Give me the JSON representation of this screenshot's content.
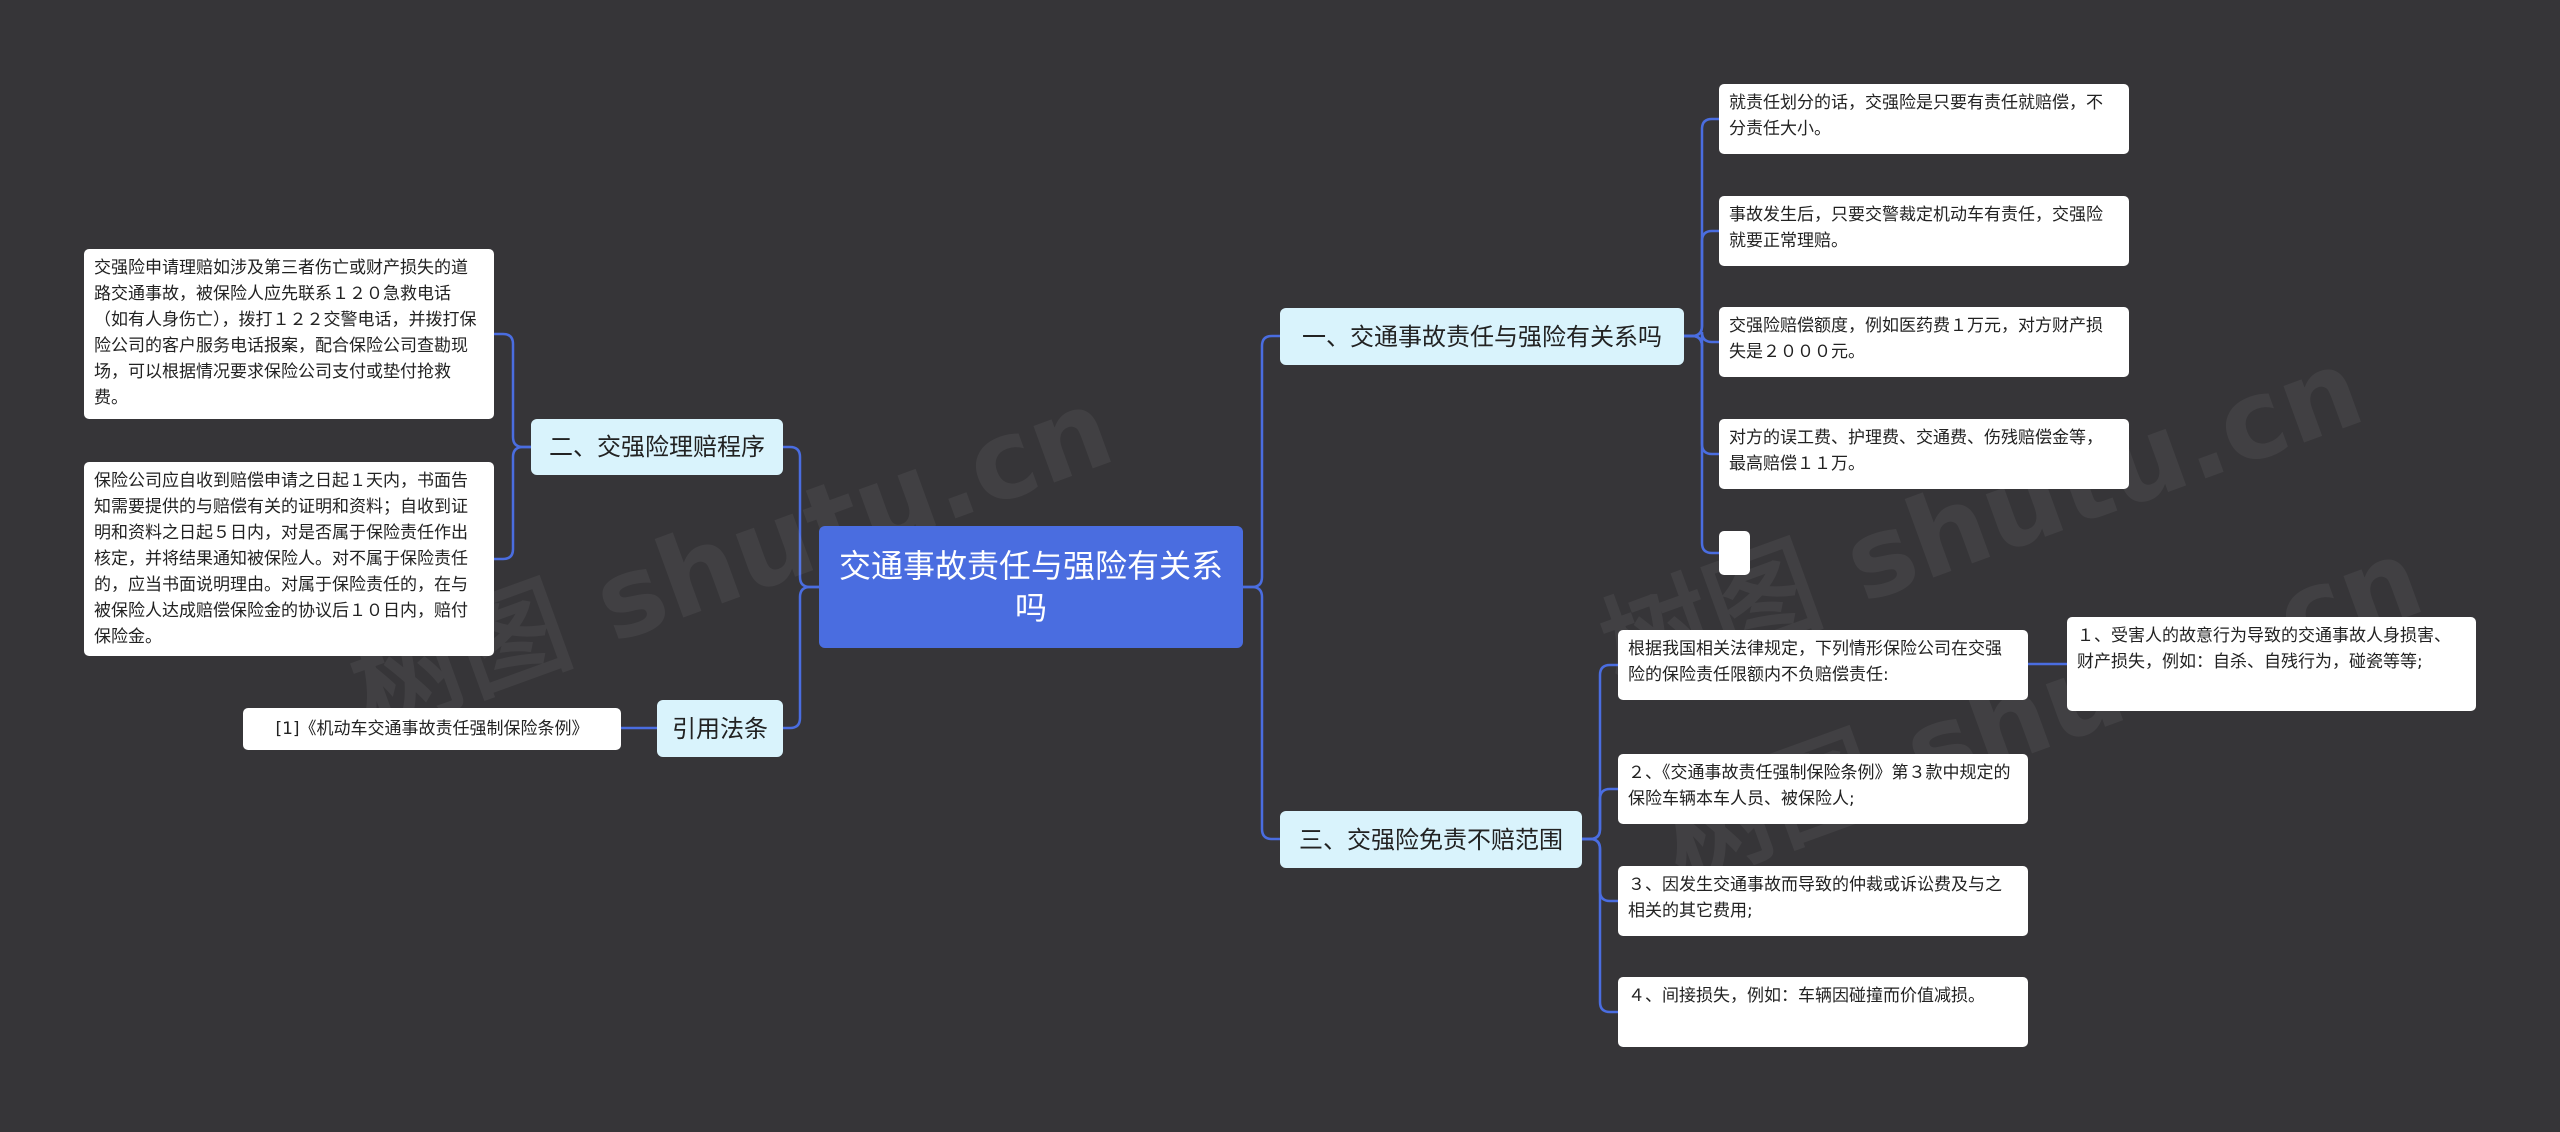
{
  "root": {
    "title": "交通事故责任与强险有关系吗"
  },
  "left": {
    "claims": {
      "label": "二、交强险理赔程序",
      "items": [
        "交强险申请理赔如涉及第三者伤亡或财产损失的道路交通事故，被保险人应先联系１２０急救电话（如有人身伤亡），拨打１２２交警电话，并拨打保险公司的客户服务电话报案，配合保险公司查勘现场，可以根据情况要求保险公司支付或垫付抢救费。",
        "保险公司应自收到赔偿申请之日起１天内，书面告知需要提供的与赔偿有关的证明和资料；自收到证明和资料之日起５日内，对是否属于保险责任作出核定，并将结果通知被保险人。对不属于保险责任的，应当书面说明理由。对属于保险责任的，在与被保险人达成赔偿保险金的协议后１０日内，赔付保险金。"
      ]
    },
    "citations": {
      "label": "引用法条",
      "items": [
        "[1]《机动车交通事故责任强制保险条例》"
      ]
    }
  },
  "right": {
    "relation": {
      "label": "一、交通事故责任与强险有关系吗",
      "items": [
        "就责任划分的话，交强险是只要有责任就赔偿，不分责任大小。",
        "事故发生后，只要交警裁定机动车有责任，交强险就要正常理赔。",
        "交强险赔偿额度，例如医药费１万元，对方财产损失是２０００元。",
        "对方的误工费、护理费、交通费、伤残赔偿金等，最高赔偿１１万。",
        ""
      ]
    },
    "exemption": {
      "label": "三、交强险免责不赔范围",
      "items": [
        "根据我国相关法律规定，下列情形保险公司在交强险的保险责任限额内不负赔偿责任:",
        "２、《交通事故责任强制保险条例》第３款中规定的保险车辆本车人员、被保险人;",
        "３、因发生交通事故而导致的仲裁或诉讼费及与之相关的其它费用;",
        "４、间接损失，例如：车辆因碰撞而价值减损。"
      ],
      "sub_item": "１、受害人的故意行为导致的交通事故人身损害、财产损失，例如：自杀、自残行为，碰瓷等等;"
    }
  },
  "colors": {
    "background": "#363538",
    "root": "#4a6de0",
    "branch": "#d9f3fc",
    "leaf": "#ffffff",
    "link": "#4a6de0"
  },
  "watermark": "树图 shutu.cn"
}
